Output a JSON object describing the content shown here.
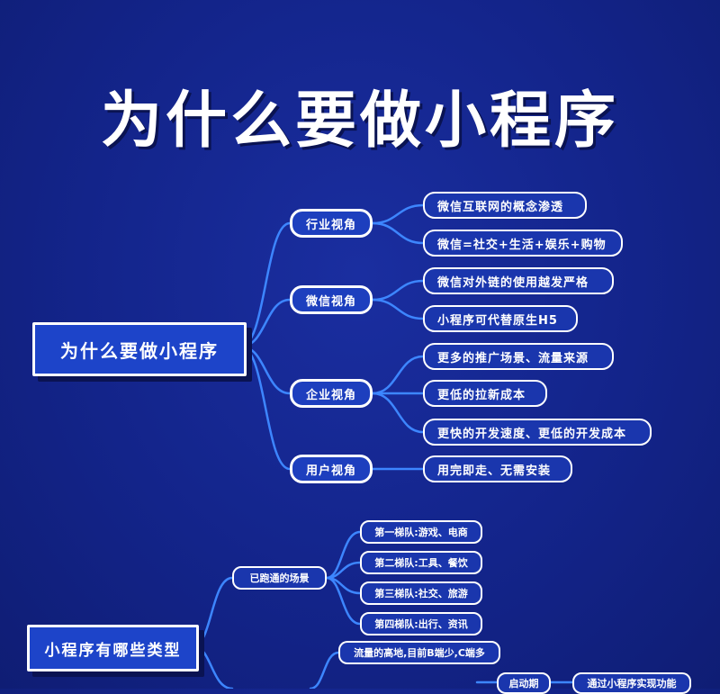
{
  "title": "为什么要做小程序",
  "mindmap1": {
    "root": "为什么要做小程序",
    "branches": [
      {
        "label": "行业视角",
        "leaves": [
          "微信互联网的概念渗透",
          "微信=社交+生活+娱乐+购物"
        ]
      },
      {
        "label": "微信视角",
        "leaves": [
          "微信对外链的使用越发严格",
          "小程序可代替原生H5"
        ]
      },
      {
        "label": "企业视角",
        "leaves": [
          "更多的推广场景、流量来源",
          "更低的拉新成本",
          "更快的开发速度、更低的开发成本"
        ]
      },
      {
        "label": "用户视角",
        "leaves": [
          "用完即走、无需安装"
        ]
      }
    ]
  },
  "mindmap2": {
    "root": "小程序有哪些类型",
    "branch": "已跑通的场景",
    "leaves": [
      "第一梯队:游戏、电商",
      "第二梯队:工具、餐饮",
      "第三梯队:社交、旅游",
      "第四梯队:出行、资讯"
    ],
    "extra": "流量的高地,目前B端少,C端多",
    "stage": "启动期",
    "stage_note": "通过小程序实现功能"
  },
  "colors": {
    "bg": "#13248a",
    "node": "#1d3fbe",
    "line": "#3d7bff"
  }
}
